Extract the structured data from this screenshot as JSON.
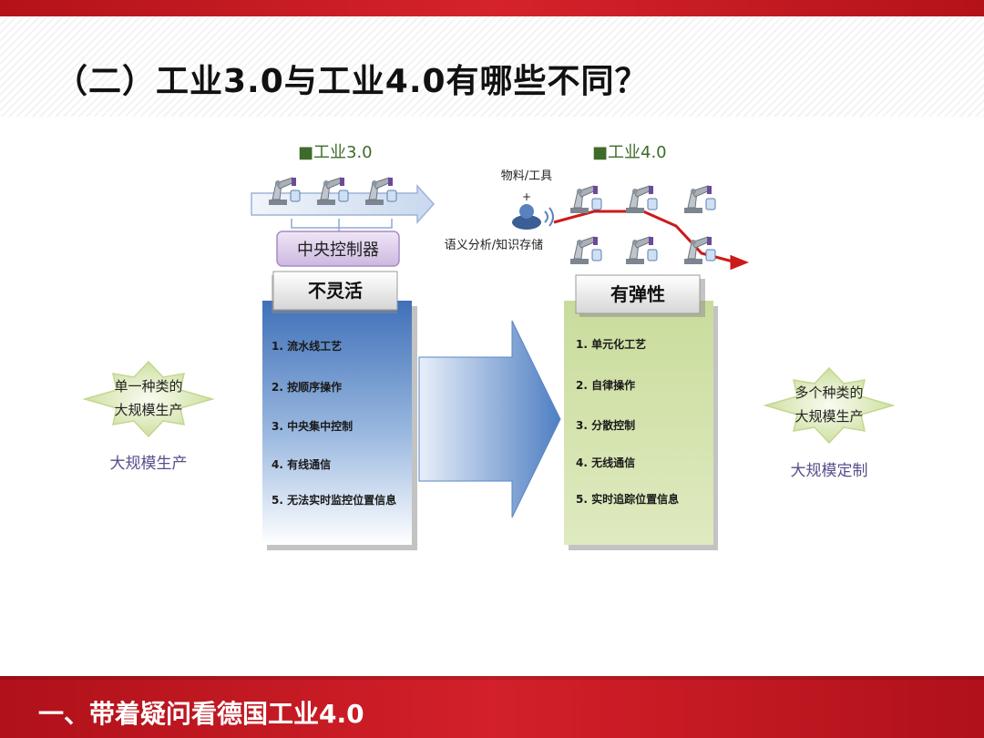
{
  "slide": {
    "title": "（二）工业3.0与工业4.0有哪些不同？",
    "footer": "一、带着疑问看德国工业4.0"
  },
  "colors": {
    "accent_red": "#c8171f",
    "blue_box": "#4d7fc4",
    "green_box": "#cfe0a6",
    "left_purple": "#5a4d8c",
    "label_green": "#3f6b2a"
  },
  "icons": [
    "robot-arm-icon",
    "person-icon",
    "wifi-icon",
    "star-badge-icon",
    "big-arrow-icon"
  ],
  "diagram": {
    "left": {
      "heading": "■工业3.0",
      "controller": "中央控制器",
      "box_title": "不灵活",
      "items": [
        "1. 流水线工艺",
        "2. 按顺序操作",
        "3. 中央集中控制",
        "4. 有线通信",
        "5. 无法实时监控位置信息"
      ],
      "badge_line1": "单一种类的",
      "badge_line2": "大规模生产",
      "caption": "大规模生产"
    },
    "right": {
      "heading": "■工业4.0",
      "input_top": "物料/工具",
      "plus": "+",
      "input_bottom": "语义分析/知识存储",
      "box_title": "有弹性",
      "items": [
        "1. 单元化工艺",
        "2. 自律操作",
        "3. 分散控制",
        "4. 无线通信",
        "5. 实时追踪位置信息"
      ],
      "badge_line1": "多个种类的",
      "badge_line2": "大规模生产",
      "caption": "大规模定制"
    }
  }
}
